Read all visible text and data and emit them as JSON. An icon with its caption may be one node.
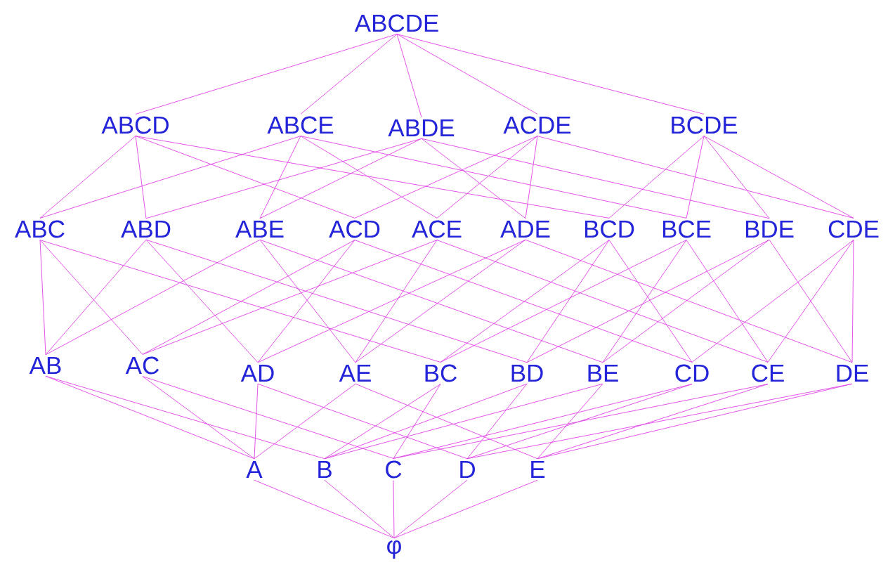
{
  "diagram": {
    "nodes": [
      {
        "text": [
          "ABCDE"
        ]
      },
      {
        "text": [
          "ABCD"
        ]
      },
      {
        "text": [
          "ABCE"
        ]
      },
      {
        "text": [
          "ABDE"
        ]
      },
      {
        "text": [
          "ACDE"
        ]
      },
      {
        "text": [
          "BCDE"
        ]
      },
      {
        "text": [
          "ABC"
        ]
      },
      {
        "text": [
          "ABD"
        ]
      },
      {
        "text": [
          "ABE"
        ]
      },
      {
        "text": [
          "ACD"
        ]
      },
      {
        "text": [
          "ACE"
        ]
      },
      {
        "text": [
          "ADE"
        ]
      },
      {
        "text": [
          "BCD"
        ]
      },
      {
        "text": [
          "BCE"
        ]
      },
      {
        "text": [
          "BDE"
        ]
      },
      {
        "text": [
          "CDE"
        ]
      },
      {
        "text": [
          "AB"
        ]
      },
      {
        "text": [
          "AC"
        ]
      },
      {
        "text": [
          "AD"
        ]
      },
      {
        "text": [
          "AE"
        ]
      },
      {
        "text": [
          "BC"
        ]
      },
      {
        "text": [
          "BD"
        ]
      },
      {
        "text": [
          "BE"
        ]
      },
      {
        "text": [
          "CD"
        ]
      },
      {
        "text": [
          "CE"
        ]
      },
      {
        "text": [
          "DE"
        ]
      },
      {
        "text": [
          "A"
        ]
      },
      {
        "text": [
          "B"
        ]
      },
      {
        "text": [
          "C"
        ]
      },
      {
        "text": [
          "D"
        ]
      },
      {
        "text": [
          "E"
        ]
      },
      {
        "text": [
          "φ"
        ]
      }
    ],
    "edges": [
      {
        "from": 0,
        "to": 1,
        "arrow": "none"
      },
      {
        "from": 0,
        "to": 2,
        "arrow": "none"
      },
      {
        "from": 0,
        "to": 3,
        "arrow": "none"
      },
      {
        "from": 0,
        "to": 4,
        "arrow": "none"
      },
      {
        "from": 0,
        "to": 5,
        "arrow": "none"
      },
      {
        "from": 1,
        "to": 6,
        "arrow": "none"
      },
      {
        "from": 1,
        "to": 7,
        "arrow": "none"
      },
      {
        "from": 1,
        "to": 9,
        "arrow": "none"
      },
      {
        "from": 1,
        "to": 12,
        "arrow": "none"
      },
      {
        "from": 2,
        "to": 6,
        "arrow": "none"
      },
      {
        "from": 2,
        "to": 8,
        "arrow": "none"
      },
      {
        "from": 2,
        "to": 10,
        "arrow": "none"
      },
      {
        "from": 2,
        "to": 13,
        "arrow": "none"
      },
      {
        "from": 3,
        "to": 7,
        "arrow": "none"
      },
      {
        "from": 3,
        "to": 8,
        "arrow": "none"
      },
      {
        "from": 3,
        "to": 11,
        "arrow": "none"
      },
      {
        "from": 3,
        "to": 14,
        "arrow": "none"
      },
      {
        "from": 4,
        "to": 9,
        "arrow": "none"
      },
      {
        "from": 4,
        "to": 10,
        "arrow": "none"
      },
      {
        "from": 4,
        "to": 11,
        "arrow": "none"
      },
      {
        "from": 4,
        "to": 15,
        "arrow": "none"
      },
      {
        "from": 5,
        "to": 12,
        "arrow": "none"
      },
      {
        "from": 5,
        "to": 13,
        "arrow": "none"
      },
      {
        "from": 5,
        "to": 14,
        "arrow": "none"
      },
      {
        "from": 5,
        "to": 15,
        "arrow": "none"
      },
      {
        "from": 6,
        "to": 16,
        "arrow": "none"
      },
      {
        "from": 6,
        "to": 17,
        "arrow": "none"
      },
      {
        "from": 6,
        "to": 20,
        "arrow": "none"
      },
      {
        "from": 7,
        "to": 16,
        "arrow": "none"
      },
      {
        "from": 7,
        "to": 18,
        "arrow": "none"
      },
      {
        "from": 7,
        "to": 21,
        "arrow": "none"
      },
      {
        "from": 8,
        "to": 16,
        "arrow": "none"
      },
      {
        "from": 8,
        "to": 19,
        "arrow": "none"
      },
      {
        "from": 8,
        "to": 22,
        "arrow": "none"
      },
      {
        "from": 9,
        "to": 17,
        "arrow": "none"
      },
      {
        "from": 9,
        "to": 18,
        "arrow": "none"
      },
      {
        "from": 9,
        "to": 23,
        "arrow": "none"
      },
      {
        "from": 10,
        "to": 17,
        "arrow": "none"
      },
      {
        "from": 10,
        "to": 19,
        "arrow": "none"
      },
      {
        "from": 10,
        "to": 24,
        "arrow": "none"
      },
      {
        "from": 11,
        "to": 18,
        "arrow": "none"
      },
      {
        "from": 11,
        "to": 19,
        "arrow": "none"
      },
      {
        "from": 11,
        "to": 25,
        "arrow": "none"
      },
      {
        "from": 12,
        "to": 20,
        "arrow": "none"
      },
      {
        "from": 12,
        "to": 21,
        "arrow": "none"
      },
      {
        "from": 12,
        "to": 23,
        "arrow": "none"
      },
      {
        "from": 13,
        "to": 20,
        "arrow": "none"
      },
      {
        "from": 13,
        "to": 22,
        "arrow": "none"
      },
      {
        "from": 13,
        "to": 24,
        "arrow": "none"
      },
      {
        "from": 14,
        "to": 21,
        "arrow": "none"
      },
      {
        "from": 14,
        "to": 22,
        "arrow": "none"
      },
      {
        "from": 14,
        "to": 25,
        "arrow": "none"
      },
      {
        "from": 15,
        "to": 23,
        "arrow": "none"
      },
      {
        "from": 15,
        "to": 24,
        "arrow": "none"
      },
      {
        "from": 15,
        "to": 25,
        "arrow": "none"
      },
      {
        "from": 16,
        "to": 26,
        "arrow": "none"
      },
      {
        "from": 16,
        "to": 27,
        "arrow": "none"
      },
      {
        "from": 17,
        "to": 26,
        "arrow": "none"
      },
      {
        "from": 17,
        "to": 28,
        "arrow": "none"
      },
      {
        "from": 18,
        "to": 26,
        "arrow": "none"
      },
      {
        "from": 18,
        "to": 29,
        "arrow": "none"
      },
      {
        "from": 19,
        "to": 26,
        "arrow": "none"
      },
      {
        "from": 19,
        "to": 30,
        "arrow": "none"
      },
      {
        "from": 20,
        "to": 27,
        "arrow": "none"
      },
      {
        "from": 20,
        "to": 28,
        "arrow": "none"
      },
      {
        "from": 21,
        "to": 27,
        "arrow": "none"
      },
      {
        "from": 21,
        "to": 29,
        "arrow": "none"
      },
      {
        "from": 22,
        "to": 27,
        "arrow": "none"
      },
      {
        "from": 22,
        "to": 30,
        "arrow": "none"
      },
      {
        "from": 23,
        "to": 28,
        "arrow": "none"
      },
      {
        "from": 23,
        "to": 29,
        "arrow": "none"
      },
      {
        "from": 24,
        "to": 28,
        "arrow": "none"
      },
      {
        "from": 24,
        "to": 30,
        "arrow": "none"
      },
      {
        "from": 25,
        "to": 29,
        "arrow": "none"
      },
      {
        "from": 25,
        "to": 30,
        "arrow": "none"
      },
      {
        "from": 26,
        "to": 31,
        "arrow": "none"
      },
      {
        "from": 27,
        "to": 31,
        "arrow": "none"
      },
      {
        "from": 28,
        "to": 31,
        "arrow": "none"
      },
      {
        "from": 29,
        "to": 31,
        "arrow": "none"
      },
      {
        "from": 30,
        "to": 31,
        "arrow": "none"
      }
    ]
  }
}
